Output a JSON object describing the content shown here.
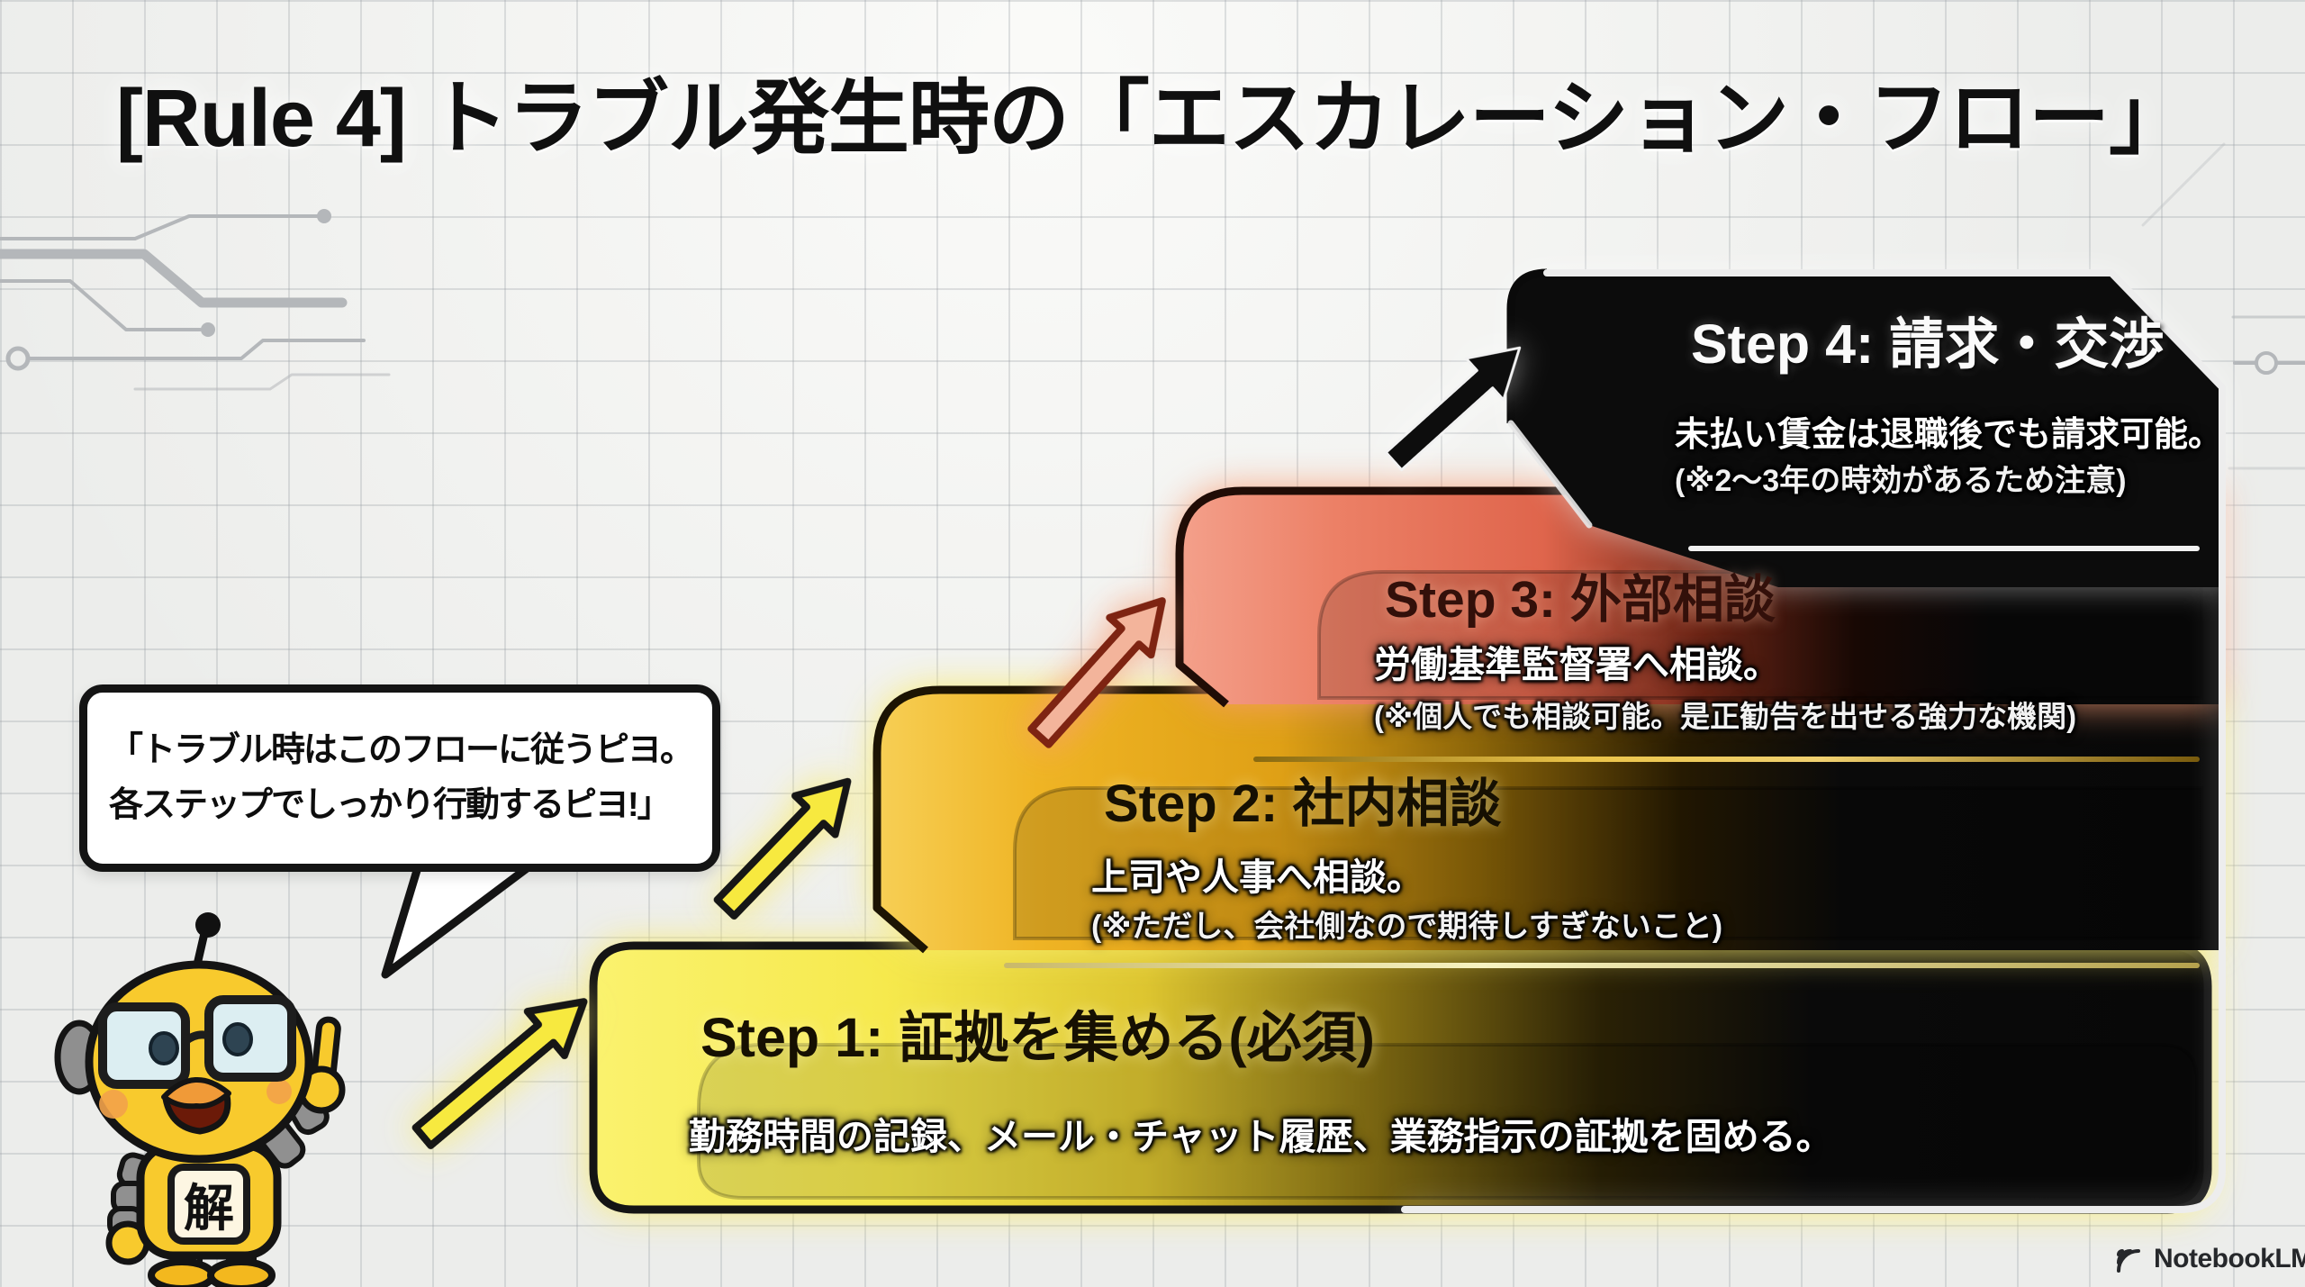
{
  "title": "[Rule 4] トラブル発生時の「エスカレーション・フロー」",
  "speech_bubble": {
    "line1": "「トラブル時はこのフローに従うピヨ。",
    "line2": "各ステップでしっかり行動するピヨ!」"
  },
  "mascot": {
    "badge": "解"
  },
  "steps": [
    {
      "label": "Step 1: 証拠を集める(必須)",
      "desc": "勤務時間の記録、メール・チャット履歴、業務指示の証拠を固める。",
      "note": "",
      "color": "#f5e847"
    },
    {
      "label": "Step 2: 社内相談",
      "desc": "上司や人事へ相談。",
      "note": "(※ただし、会社側なので期待しすぎないこと)",
      "color": "#edb01e"
    },
    {
      "label": "Step 3: 外部相談",
      "desc": "労働基準監督署へ相談。",
      "note": "(※個人でも相談可能。是正勧告を出せる強力な機関)",
      "color": "#ea8168"
    },
    {
      "label": "Step 4: 請求・交渉",
      "desc": "未払い賃金は退職後でも請求可能。",
      "note": "(※2〜3年の時効があるため注意)",
      "color": "#0d0d0d"
    }
  ],
  "watermark": {
    "icon": "notebooklm-logo",
    "label": "NotebookLM"
  },
  "colors": {
    "background": "#ecedeb",
    "grid_line": "#9aa0a6",
    "arrow_yellow": "#f7e93f",
    "arrow_salmon": "#f3b49b",
    "arrow_black": "#111111",
    "divider_gold": "#ebc44a",
    "divider_pale": "#f7f0b2",
    "divider_white": "#f2f2f2"
  }
}
